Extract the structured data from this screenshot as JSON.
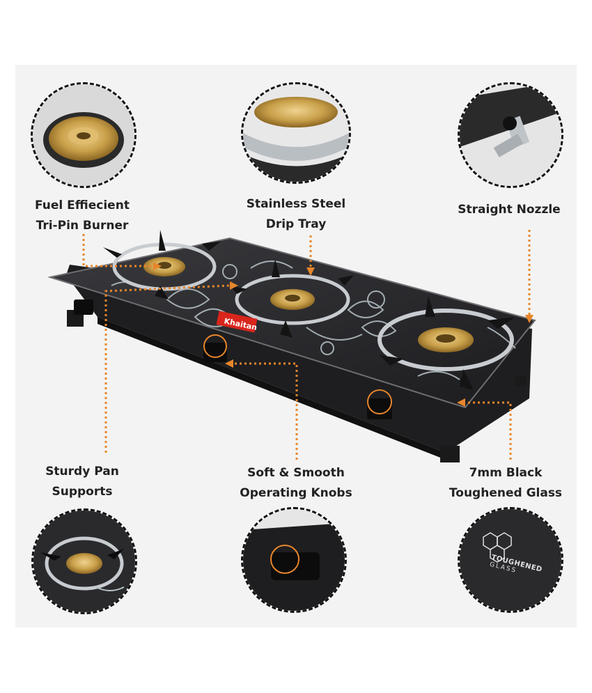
{
  "features": [
    {
      "id": "burner",
      "lines": [
        "Fuel Effiecient",
        "Tri-Pin Burner"
      ]
    },
    {
      "id": "drip-tray",
      "lines": [
        "Stainless Steel",
        "Drip Tray"
      ]
    },
    {
      "id": "nozzle",
      "lines": [
        "Straight Nozzle"
      ]
    },
    {
      "id": "pan-supports",
      "lines": [
        "Sturdy Pan",
        "Supports"
      ]
    },
    {
      "id": "knobs",
      "lines": [
        "Soft & Smooth",
        "Operating Knobs"
      ]
    },
    {
      "id": "glass",
      "lines": [
        "7mm Black",
        "Toughened Glass"
      ]
    }
  ],
  "brand_logo": "Khaitan",
  "glass_badge": {
    "line1": "TOUGHENED",
    "line2": "GLASS"
  },
  "colors": {
    "callout_line": "#e8862a",
    "glass": "#2a2a2d",
    "body": "#1e1e20",
    "brass": "#c9a04a",
    "steel": "#c8ccd0",
    "brand_red": "#d9251c"
  },
  "icons": [
    "burner-icon",
    "nozzle-icon",
    "knob-icon",
    "hexagon-icon",
    "stove-icon"
  ]
}
